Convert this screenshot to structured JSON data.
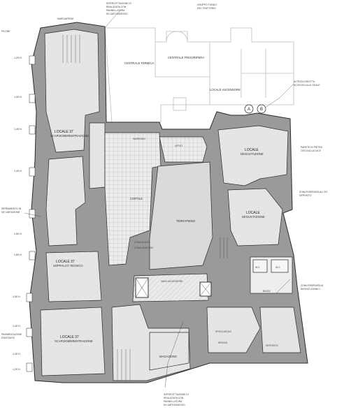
{
  "notes": {
    "top_left_1": "PILONE",
    "top_left_2": "MARCIAPIEDE",
    "top_center_1": "INTERCETTAZIONE DI ",
    "top_center_2": "REALIZZATA CON",
    "top_center_3": "PANNELLATURA",
    "top_center_4": "IN CARTONGESSO",
    "top_right_1": "GRUPPO FONDO",
    "top_right_2": "DEL TRATTORIO",
    "right_1": "ALTEZZA RIDOTTA",
    "right_2": "ACCESSO ALLE SCALE",
    "right_3": "PARETE IN PIETRA",
    "right_4": "CIECA ALLA LUCE",
    "right_5": "ZONA RISERVATA AI",
    "right_6": "SERVIZI IGIENICI",
    "right_7": "ZONA RISERVATA ALL'EX",
    "right_8": "DEPOSITO",
    "left_1": "SERRAMENTO IN",
    "left_2": "DE LIMITAZIONE",
    "left_3": "PAVIMENTAZIONE",
    "left_4": "ESISTENTE",
    "bottom_1": "INTERCETTAZIONE DI ",
    "bottom_2": "REALIZZATA CON",
    "bottom_3": "PANNELLATURA",
    "bottom_4": "IN CARTONGESSO"
  },
  "rooms": {
    "centrale_termica": "CENTRALE TERMICA",
    "centrale_frigorifera": "CENTRALE FRIGORIFERA",
    "locale_ascensore": "LOCALE ASCENSORE",
    "locale_37_top": "LOCALE 37",
    "locale_37_top_sub": "SCAPISOMMINISTRAZIONE",
    "locale_37_mid": "LOCALE 37",
    "locale_37_mid_sub": "SOPPALCO TECNICO",
    "locale_37_bot": "LOCALE 37",
    "locale_37_bot_sub": "SCAPISOMMINISTRAZIONE",
    "locale_right_1": "LOCALE",
    "locale_right_1_sub": "DEGUSTAZIONE",
    "locale_right_2": "LOCALE",
    "locale_right_2_sub": "DEGUSTAZIONE",
    "ingresso": "INGRESSO",
    "uffici": "UFFICI",
    "cortile": "CORTILE",
    "terrapieno": "TERRAPIENO",
    "magazzino": "MAGAZZINO",
    "deposito": "DEPOSITO",
    "bagni": "BAGNI",
    "zona_scavo": "ZONA SCAVO",
    "zona_lavaggio": "ZONA LAVAGGIO",
    "vano_ascensore": "VANO ASCENSORE",
    "spogliatoio": "SPOGLIATOIO",
    "servizi": "SERVIZI",
    "wc_1": "W.C.",
    "wc_2": "W.C."
  },
  "dimensions": {
    "d1": "1,20 H.",
    "d2": "1,30 H.",
    "d3": "1,40 H.",
    "d4": "1,40 H.",
    "d5": "1,50 H.",
    "d6": "1,60 H.",
    "d7": "1,50 H.",
    "d8": "1,40 H.",
    "d9": "1,30 H.",
    "d10": "1,20 H."
  },
  "markers": {
    "a": "A",
    "b": "B"
  },
  "colors": {
    "wall_fill": "#9a9a9a",
    "room_fill": "#e4e4e4",
    "floor_hatch": "#cfcfcf",
    "line": "#2a2a2a"
  }
}
